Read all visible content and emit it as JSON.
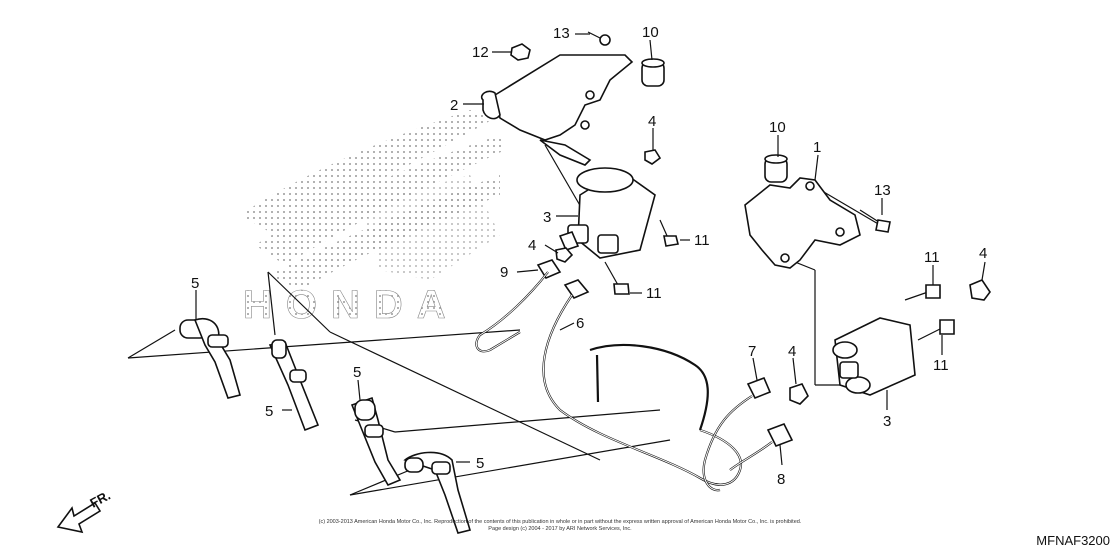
{
  "diagram": {
    "code": "MFNAF3200",
    "copyright_line1": "(c) 2003-2013 American Honda Motor Co., Inc. Reproduction of the contents of this publication in whole or in part without the express written approval of American Honda Motor Co., Inc. is prohibited.",
    "copyright_line2": "Page design (c) 2004 - 2017 by ARI Network Services, Inc.",
    "watermark_text": "HONDA",
    "direction_label": "FR.",
    "callouts": {
      "c1": "1",
      "c2": "2",
      "c3a": "3",
      "c3b": "3",
      "c4a": "4",
      "c4b": "4",
      "c4c": "4",
      "c4d": "4",
      "c5a": "5",
      "c5b": "5",
      "c5c": "5",
      "c5d": "5",
      "c6": "6",
      "c7": "7",
      "c8": "8",
      "c9": "9",
      "c10a": "10",
      "c10b": "10",
      "c11a": "11",
      "c11b": "11",
      "c11c": "11",
      "c11d": "11",
      "c12": "12",
      "c13a": "13",
      "c13b": "13"
    }
  }
}
